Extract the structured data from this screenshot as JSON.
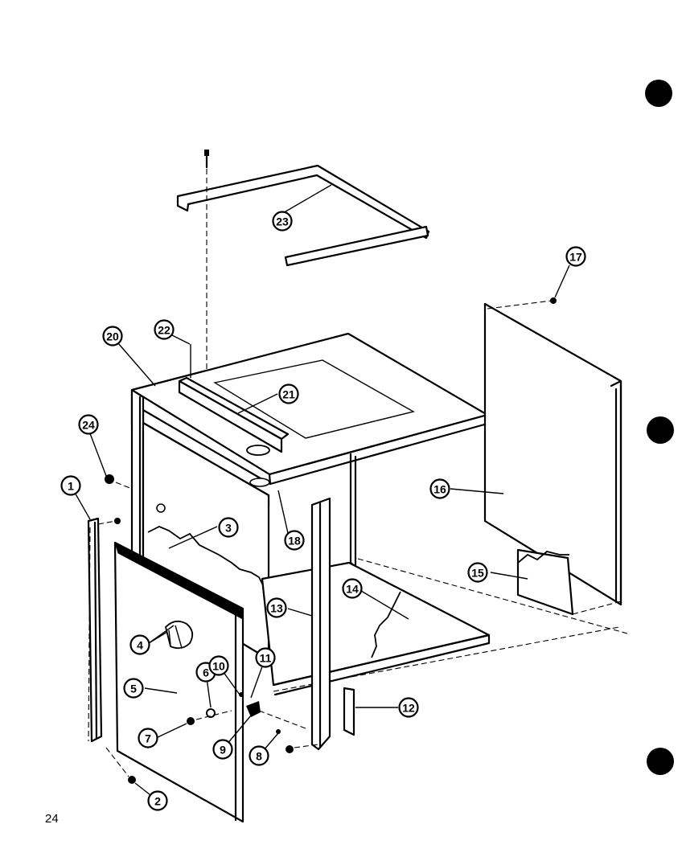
{
  "page_number": "24",
  "callouts": [
    {
      "id": "c1",
      "label": "1"
    },
    {
      "id": "c2",
      "label": "2"
    },
    {
      "id": "c3",
      "label": "3"
    },
    {
      "id": "c4",
      "label": "4"
    },
    {
      "id": "c5",
      "label": "5"
    },
    {
      "id": "c6",
      "label": "6"
    },
    {
      "id": "c7",
      "label": "7"
    },
    {
      "id": "c8",
      "label": "8"
    },
    {
      "id": "c9",
      "label": "9"
    },
    {
      "id": "c10",
      "label": "10"
    },
    {
      "id": "c11",
      "label": "11"
    },
    {
      "id": "c12",
      "label": "12"
    },
    {
      "id": "c13",
      "label": "13"
    },
    {
      "id": "c14",
      "label": "14"
    },
    {
      "id": "c15",
      "label": "15"
    },
    {
      "id": "c16",
      "label": "16"
    },
    {
      "id": "c17",
      "label": "17"
    },
    {
      "id": "c18",
      "label": "18"
    },
    {
      "id": "c20",
      "label": "20"
    },
    {
      "id": "c21",
      "label": "21"
    },
    {
      "id": "c22",
      "label": "22"
    },
    {
      "id": "c23",
      "label": "23"
    },
    {
      "id": "c24",
      "label": "24"
    }
  ]
}
